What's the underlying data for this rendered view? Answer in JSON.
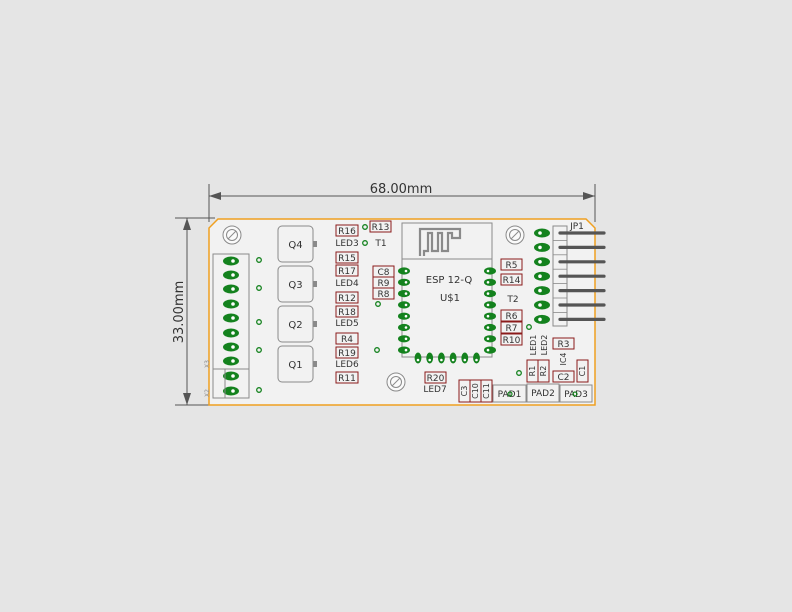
{
  "colors": {
    "background": "#e5e5e5",
    "board_fill": "#f2f2f2",
    "board_outline": "#f0a020",
    "pad_green": "#14821e",
    "silk_gray": "#8a8a8a",
    "part_label_box": "#8b1a1a",
    "dimension_line": "#555555",
    "text": "#333333"
  },
  "dimensions": {
    "width_label": "68.00mm",
    "height_label": "33.00mm"
  },
  "module": {
    "name": "ESP 12-Q",
    "designator": "U$1"
  },
  "transistors": [
    "Q4",
    "Q3",
    "Q2",
    "Q1"
  ],
  "connector_labels": {
    "x3": "X3",
    "x2": "X2"
  },
  "header_label": "JP1",
  "resistor_labels_left": [
    "R16",
    "R15",
    "R17",
    "R12",
    "R18",
    "R4",
    "R19",
    "R11"
  ],
  "led_labels_left": [
    "LED3",
    "LED4",
    "LED5",
    "LED6"
  ],
  "r13_label": "R13",
  "t1_label": "T1",
  "mid_left_labels": [
    "C8",
    "R9",
    "R8"
  ],
  "r20_label": "R20",
  "led7_label": "LED7",
  "bottom_caps": [
    "C3",
    "C10",
    "C11"
  ],
  "right_labels_top": [
    "R5",
    "R14"
  ],
  "t2_label": "T2",
  "right_labels_bottom": [
    "R6",
    "R7",
    "R10"
  ],
  "led_labels_right": [
    "LED1",
    "LED2"
  ],
  "ic4_label": "IC4",
  "r3_label": "R3",
  "small_vertical": [
    "R1",
    "R2"
  ],
  "c2_label": "C2",
  "c1_label": "C1",
  "pads": [
    "PAD1",
    "PAD2",
    "PAD3"
  ]
}
